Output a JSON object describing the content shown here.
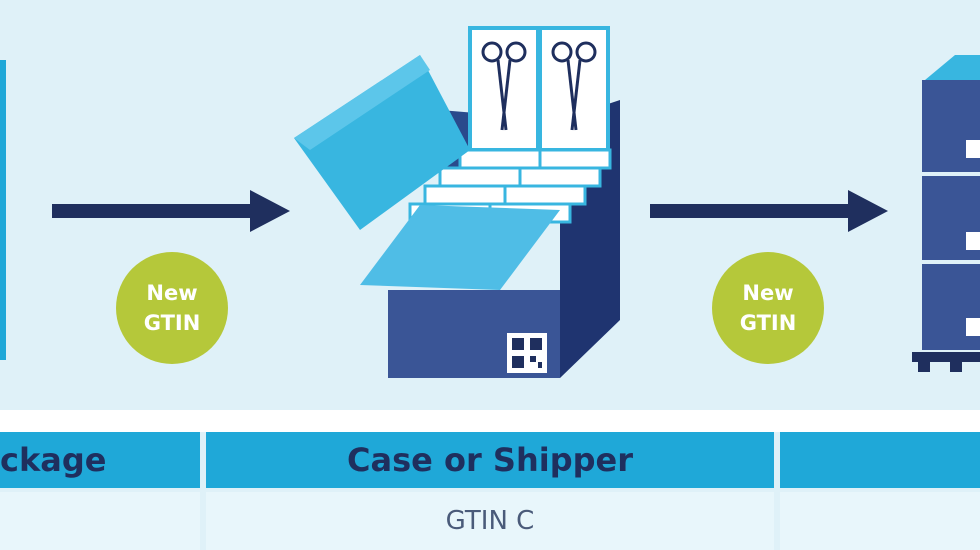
{
  "badges": [
    {
      "line1": "New",
      "line2": "GTIN"
    },
    {
      "line1": "New",
      "line2": "GTIN"
    }
  ],
  "levels": [
    {
      "header": "ckage",
      "value": ""
    },
    {
      "header": "Case or Shipper",
      "value": "GTIN C"
    },
    {
      "header": "",
      "value": ""
    }
  ],
  "colors": {
    "background": "#dff1f8",
    "navy": "#1f2f5e",
    "box_blue": "#3a5596",
    "light_blue": "#38b6e0",
    "accent_green": "#b5c83a",
    "header_blue": "#1fa8d8"
  },
  "icons": [
    "arrow-right-icon",
    "open-case-icon",
    "scissors-icon",
    "barcode-icon",
    "pallet-icon"
  ]
}
